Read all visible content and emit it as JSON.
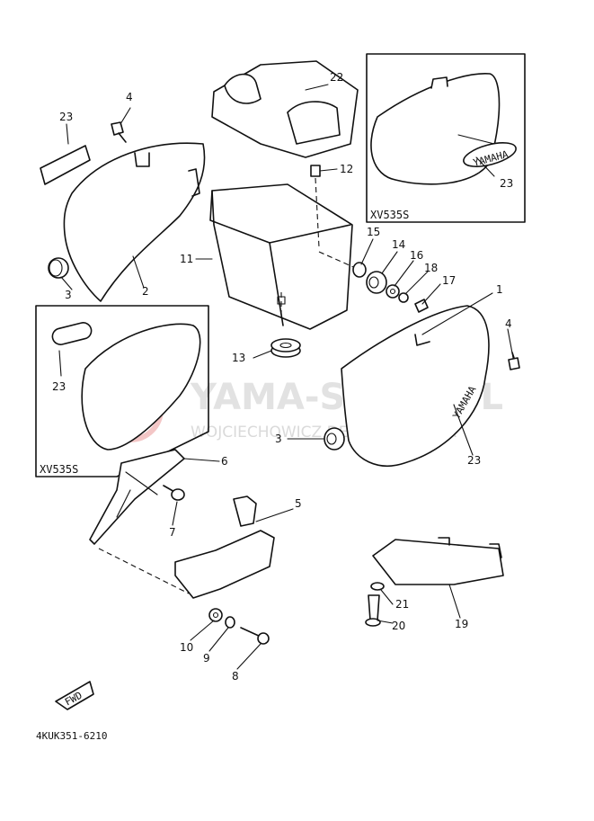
{
  "diagram_code": "4KUK351-6210",
  "variant_box_left_label": "XV535S",
  "variant_box_right_label": "XV535S",
  "watermark": {
    "line1": "YAMA-SKLEP.PL",
    "line2": "WOJCIECHOWICZ DEALER YAMAHA"
  },
  "direction_arrow": "FWD",
  "emblem_text": "YAMAHA",
  "callouts": {
    "c22": "22",
    "c4a": "4",
    "c23a": "23",
    "c12": "12",
    "c11": "11",
    "c15": "15",
    "c14": "14",
    "c16": "16",
    "c18": "18",
    "c17": "17",
    "c1": "1",
    "c4b": "4",
    "c3a": "3",
    "c2": "2",
    "c23b": "23",
    "c23c": "23",
    "c13": "13",
    "c23d": "23",
    "c3b": "3",
    "c6": "6",
    "c7": "7",
    "c5": "5",
    "c10": "10",
    "c9": "9",
    "c8": "8",
    "c21": "21",
    "c20": "20",
    "c19": "19"
  }
}
